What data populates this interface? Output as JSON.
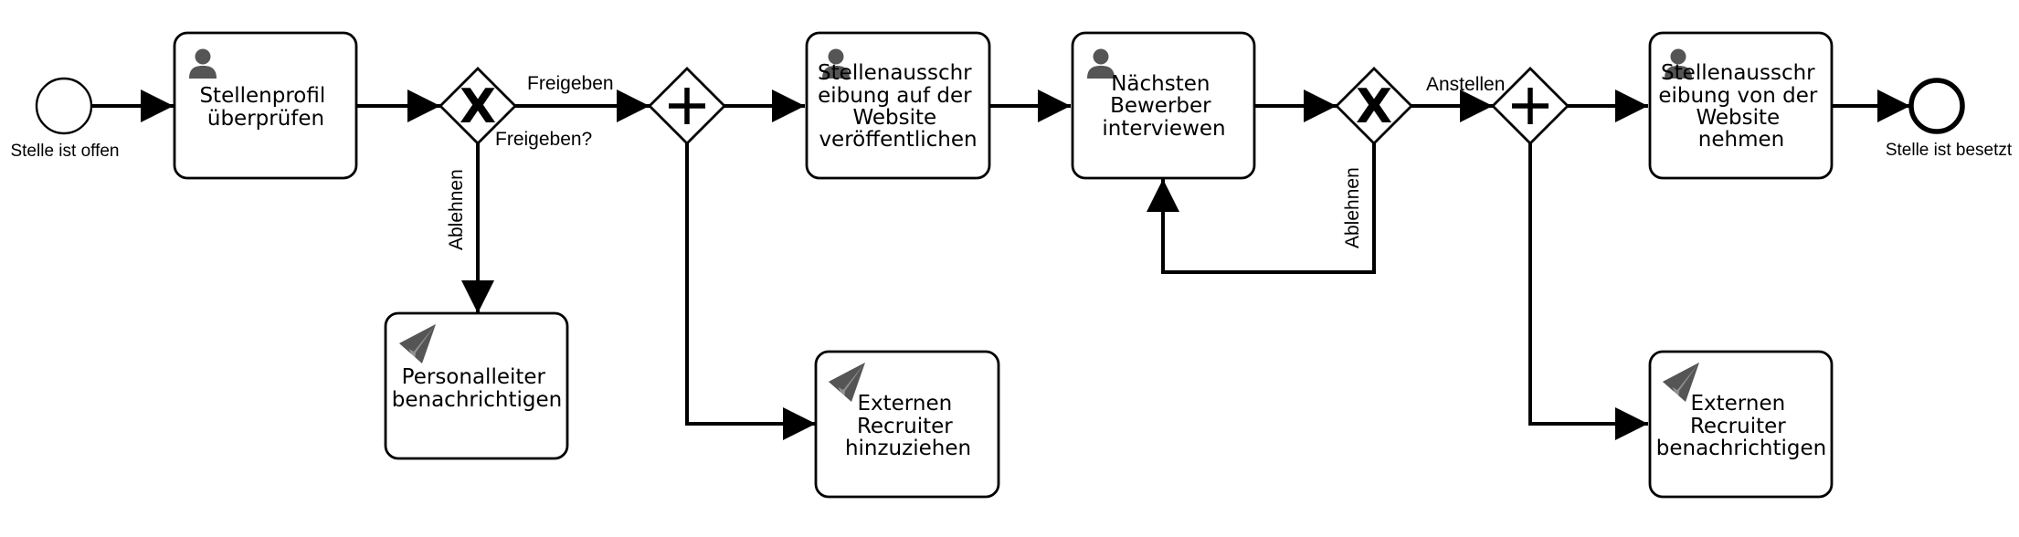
{
  "diagram": {
    "start_event": {
      "label": "Stelle ist offen"
    },
    "end_event": {
      "label": "Stelle ist besetzt"
    },
    "tasks": {
      "t1": {
        "lines": [
          "Stellenprofil",
          "überprüfen"
        ],
        "icon": "user-icon"
      },
      "t2": {
        "lines": [
          "Personalleiter",
          "benachrichtigen"
        ],
        "icon": "send-icon"
      },
      "t3": {
        "lines": [
          "Stellenausschr",
          "eibung auf der",
          "Website",
          "veröffentlichen"
        ],
        "icon": "user-icon"
      },
      "t4": {
        "lines": [
          "Externen",
          "Recruiter",
          "hinzuziehen"
        ],
        "icon": "send-icon"
      },
      "t5": {
        "lines": [
          "Nächsten",
          "Bewerber",
          "interviewen"
        ],
        "icon": "user-icon"
      },
      "t6": {
        "lines": [
          "Stellenausschr",
          "eibung von der",
          "Website",
          "nehmen"
        ],
        "icon": "user-icon"
      },
      "t7": {
        "lines": [
          "Externen",
          "Recruiter",
          "benachrichtigen"
        ],
        "icon": "send-icon"
      }
    },
    "gateways": {
      "g1": {
        "kind": "exclusive",
        "symbol": "X",
        "label": "Freigeben?"
      },
      "g2": {
        "kind": "parallel",
        "symbol": "+"
      },
      "g3": {
        "kind": "exclusive",
        "symbol": "X"
      },
      "g4": {
        "kind": "parallel",
        "symbol": "+"
      }
    },
    "flow_labels": {
      "approve": "Freigeben",
      "reject1": "Ablehnen",
      "reject2": "Ablehnen",
      "hire": "Anstellen"
    },
    "colors": {
      "stroke": "#000000",
      "icon": "#555555",
      "background": "#ffffff"
    }
  }
}
